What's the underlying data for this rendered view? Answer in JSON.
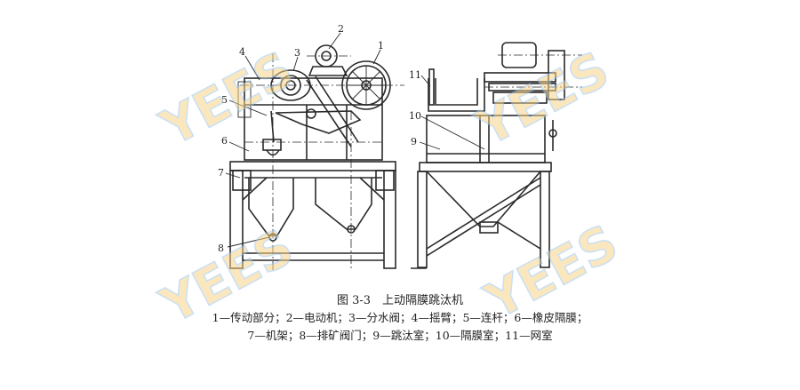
{
  "figure": {
    "caption_title": "图 3-3　上动隔膜跳汰机",
    "legend_line1": "1—传动部分；2—电动机；3—分水阀；4—摇臂；5—连杆；6—橡皮隔膜；",
    "legend_line2": "7—机架；8—排矿阀门；9—跳汰室；10—隔膜室；11—网室"
  },
  "callouts": [
    "1",
    "2",
    "3",
    "4",
    "5",
    "6",
    "7",
    "8",
    "9",
    "10",
    "11"
  ],
  "watermark": "YEES"
}
